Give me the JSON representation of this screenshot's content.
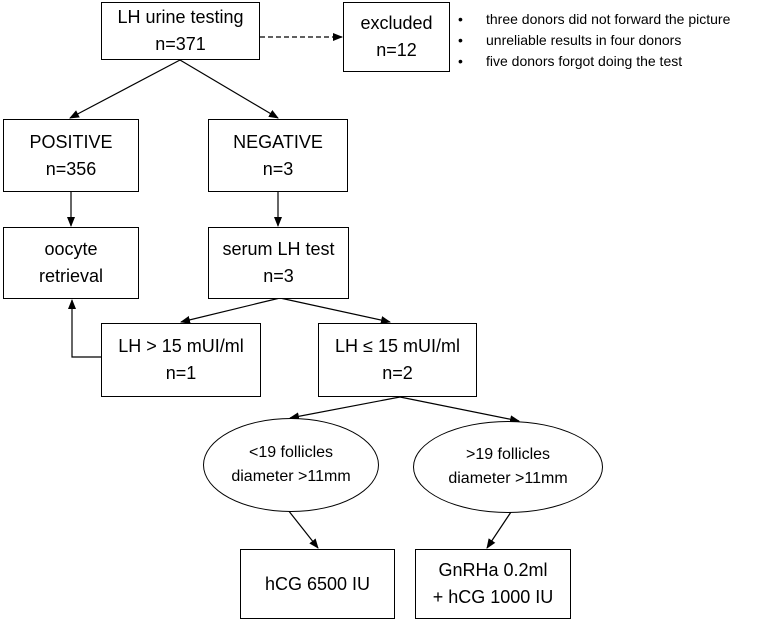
{
  "urine_test": {
    "title": "LH urine testing",
    "count": "n=371"
  },
  "excluded": {
    "title": "excluded",
    "count": "n=12"
  },
  "exclusion_reasons": [
    "three donors did not forward the picture",
    "unreliable results in four donors",
    "five donors forgot doing the test"
  ],
  "positive": {
    "title": "POSITIVE",
    "count": "n=356"
  },
  "negative": {
    "title": "NEGATIVE",
    "count": "n=3"
  },
  "retrieval": {
    "line1": "oocyte",
    "line2": "retrieval"
  },
  "serum_test": {
    "title": "serum LH test",
    "count": "n=3"
  },
  "lh_high": {
    "title": "LH > 15 mUI/ml",
    "count": "n=1"
  },
  "lh_low": {
    "title": "LH ≤ 15 mUI/ml",
    "count": "n=2"
  },
  "few_follicles": {
    "line1": "<19 follicles",
    "line2": "diameter >11mm"
  },
  "many_follicles": {
    "line1": ">19 follicles",
    "line2": "diameter >11mm"
  },
  "hcg": {
    "line1": "hCG 6500 IU"
  },
  "gnrha": {
    "line1": "GnRHa 0.2ml",
    "line2": "+ hCG 1000 IU"
  }
}
